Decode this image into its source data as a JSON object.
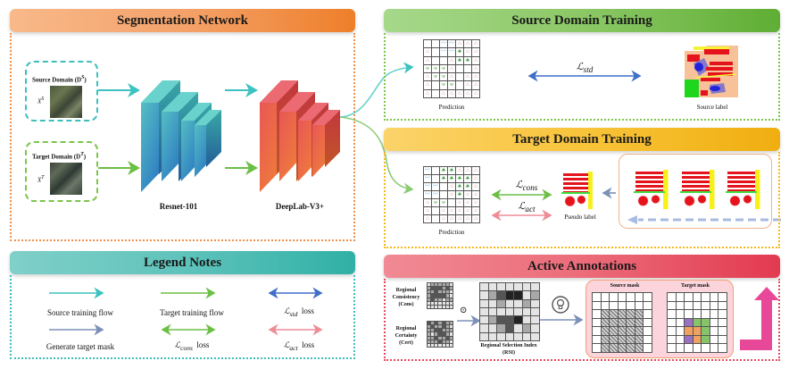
{
  "segmentation_network": {
    "title": "Segmentation Network",
    "source_domain_label": "Source Domain (D",
    "source_domain_sup": "S",
    "source_domain_close": ")",
    "source_image_var": "X",
    "source_image_sup": "S",
    "target_domain_label": "Target Domain (D",
    "target_domain_sup": "T",
    "target_domain_close": ")",
    "target_image_var": "X",
    "target_image_sup": "T",
    "encoder_label": "Resnet-101",
    "decoder_label": "DeepLab-V3+"
  },
  "source_domain_training": {
    "title": "Source Domain Training",
    "prediction_label": "Prediction",
    "loss_label": "ℒ",
    "loss_sub": "std",
    "source_label": "Source label"
  },
  "target_domain_training": {
    "title": "Target Domain Training",
    "prediction_label": "Prediction",
    "loss_cons": "ℒ",
    "loss_cons_sub": "cons",
    "loss_act": "ℒ",
    "loss_act_sub": "act",
    "pseudo_label": "Pseudo label"
  },
  "legend": {
    "title": "Legend Notes",
    "items": [
      {
        "text": "Source training flow",
        "kind": "arrow",
        "color": "#3cc2c0"
      },
      {
        "text": "Target  training flow",
        "kind": "arrow",
        "color": "#6cbf45"
      },
      {
        "text": "loss",
        "symbol": "ℒ",
        "sub": "std",
        "kind": "double",
        "color": "#3e6ec8"
      },
      {
        "text": "Generate  target mask",
        "kind": "arrow",
        "color": "#7c90b8"
      },
      {
        "text": "loss",
        "symbol": "ℒ",
        "sub": "cons",
        "kind": "double",
        "color": "#6cbf45"
      },
      {
        "text": "loss",
        "symbol": "ℒ",
        "sub": "act",
        "kind": "double",
        "color": "#ee8c96"
      }
    ]
  },
  "active_annotations": {
    "title": "Active Annotations",
    "cons_label_1": "Regional",
    "cons_label_2": "Consistency",
    "cons_label_3": "(Cons)",
    "cert_label_1": "Regional",
    "cert_label_2": "Certainty",
    "cert_label_3": "(Cert)",
    "operator": "⊙",
    "rsi_label_1": "Regional Selection Index",
    "rsi_label_2": "(RSI)",
    "source_mask": "Source mask",
    "target_mask": "Target mask"
  },
  "colors": {
    "orange": "#f08a3c",
    "green": "#6cbb3c",
    "yellow": "#f5b818",
    "teal": "#3db8ad",
    "pink": "#e8445a"
  }
}
